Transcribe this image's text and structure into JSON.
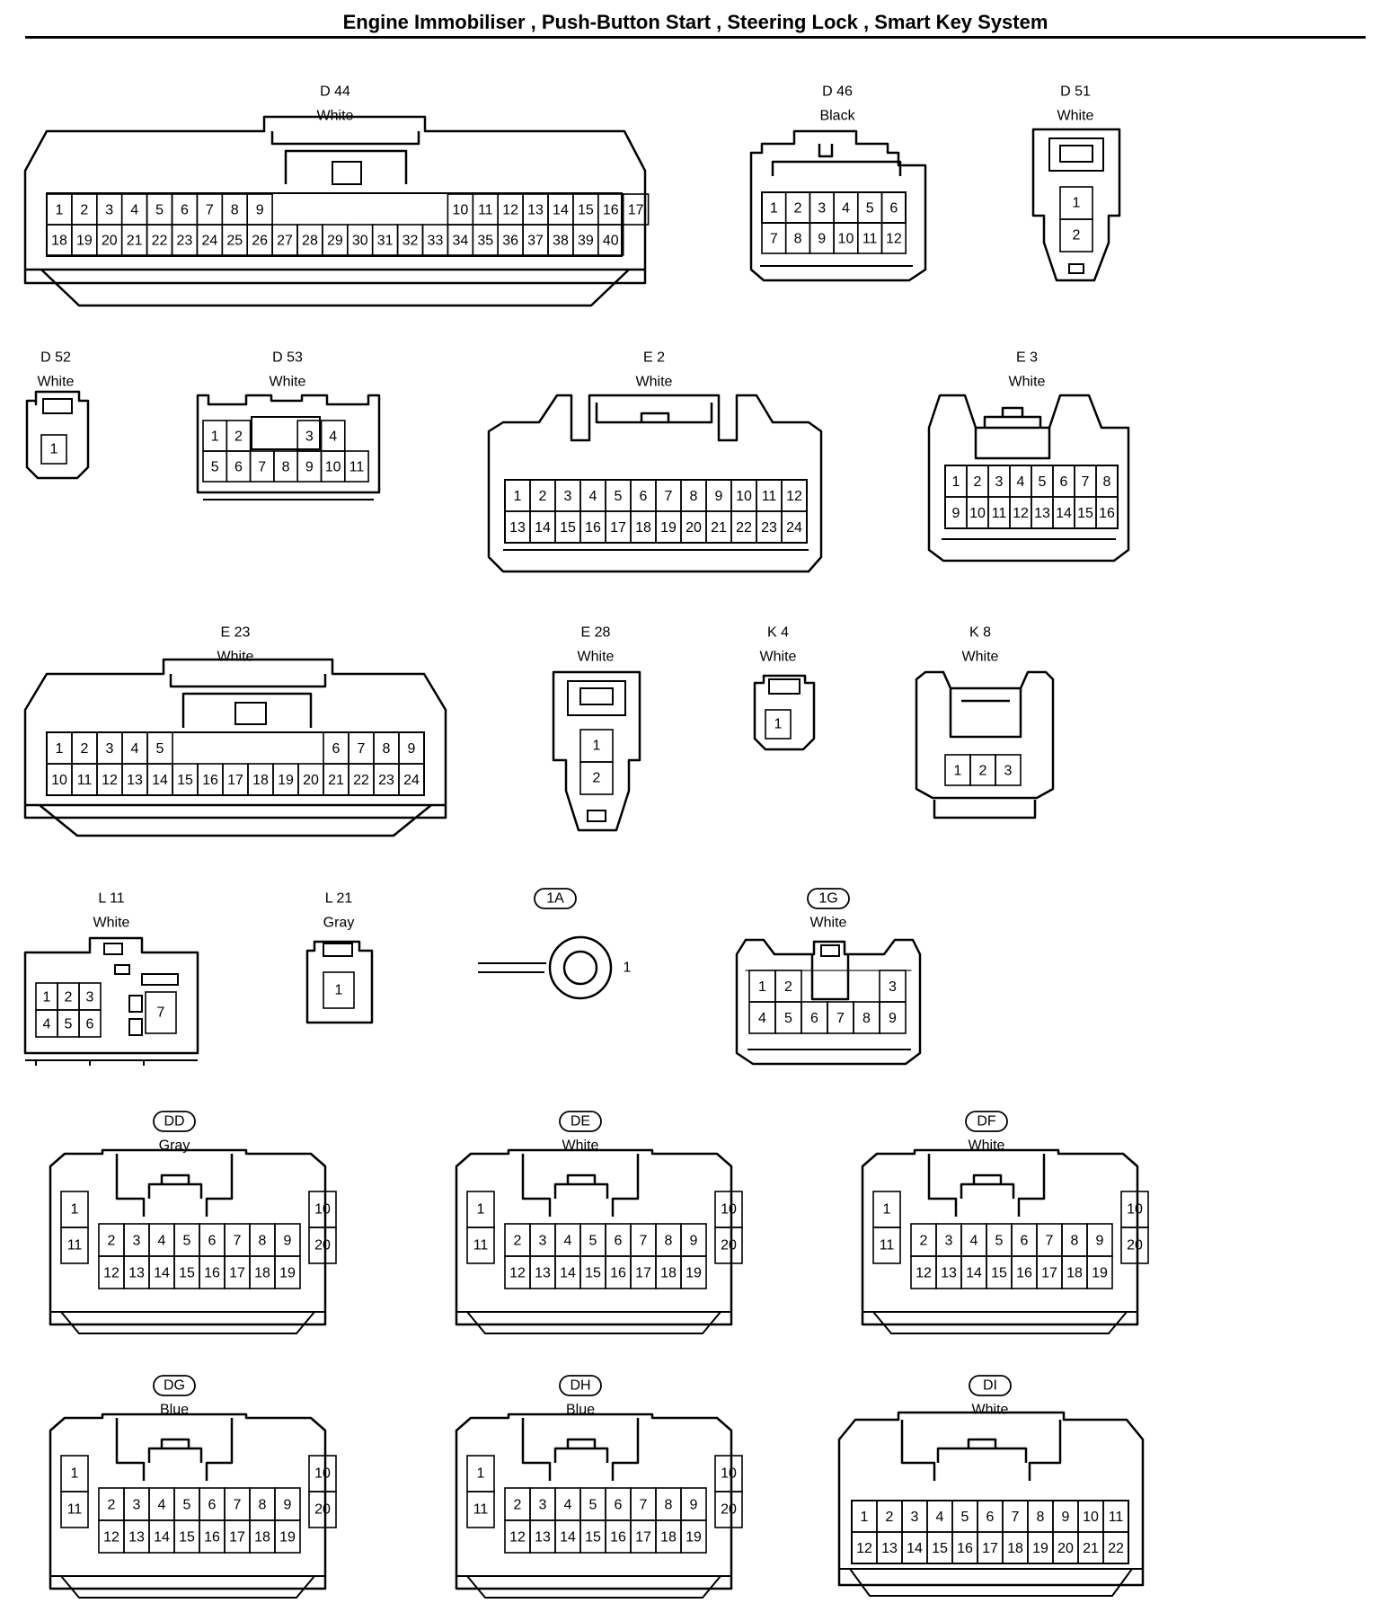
{
  "title": "Engine Immobiliser , Push-Button Start , Steering Lock , Smart Key System",
  "connectors": [
    {
      "id": "D 44",
      "color": "White",
      "circled": false,
      "rows": [
        [
          "1",
          "2",
          "3",
          "4",
          "5",
          "6",
          "7",
          "8",
          "9",
          "",
          "",
          "",
          "",
          "",
          "",
          "",
          "10",
          "11",
          "12",
          "13",
          "14",
          "15",
          "16",
          "17"
        ],
        [
          "18",
          "19",
          "20",
          "21",
          "22",
          "23",
          "24",
          "25",
          "26",
          "27",
          "28",
          "29",
          "30",
          "31",
          "32",
          "33",
          "34",
          "35",
          "36",
          "37",
          "38",
          "39",
          "40"
        ]
      ]
    },
    {
      "id": "D 46",
      "color": "Black",
      "circled": false,
      "rows": [
        [
          "1",
          "2",
          "3",
          "4",
          "5",
          "6"
        ],
        [
          "7",
          "8",
          "9",
          "10",
          "11",
          "12"
        ]
      ]
    },
    {
      "id": "D 51",
      "color": "White",
      "circled": false,
      "rows": [
        [
          "1"
        ],
        [
          "2"
        ]
      ]
    },
    {
      "id": "D 52",
      "color": "White",
      "circled": false,
      "rows": [
        [
          "1"
        ]
      ]
    },
    {
      "id": "D 53",
      "color": "White",
      "circled": false,
      "rows": [
        [
          "1",
          "2",
          "",
          "",
          "3",
          "4"
        ],
        [
          "5",
          "6",
          "7",
          "8",
          "9",
          "10",
          "11"
        ]
      ]
    },
    {
      "id": "E 2",
      "color": "White",
      "circled": false,
      "rows": [
        [
          "1",
          "2",
          "3",
          "4",
          "5",
          "6",
          "7",
          "8",
          "9",
          "10",
          "11",
          "12"
        ],
        [
          "13",
          "14",
          "15",
          "16",
          "17",
          "18",
          "19",
          "20",
          "21",
          "22",
          "23",
          "24"
        ]
      ]
    },
    {
      "id": "E 3",
      "color": "White",
      "circled": false,
      "rows": [
        [
          "1",
          "2",
          "3",
          "4",
          "5",
          "6",
          "7",
          "8"
        ],
        [
          "9",
          "10",
          "11",
          "12",
          "13",
          "14",
          "15",
          "16"
        ]
      ]
    },
    {
      "id": "E 23",
      "color": "White",
      "circled": false,
      "rows": [
        [
          "1",
          "2",
          "3",
          "4",
          "5",
          "",
          "",
          "",
          "",
          "",
          "",
          "6",
          "7",
          "8",
          "9"
        ],
        [
          "10",
          "11",
          "12",
          "13",
          "14",
          "15",
          "16",
          "17",
          "18",
          "19",
          "20",
          "21",
          "22",
          "23",
          "24"
        ]
      ]
    },
    {
      "id": "E 28",
      "color": "White",
      "circled": false,
      "rows": [
        [
          "1"
        ],
        [
          "2"
        ]
      ]
    },
    {
      "id": "K 4",
      "color": "White",
      "circled": false,
      "rows": [
        [
          "1"
        ]
      ]
    },
    {
      "id": "K 8",
      "color": "White",
      "circled": false,
      "rows": [
        [
          "1",
          "2",
          "3"
        ]
      ]
    },
    {
      "id": "L 11",
      "color": "White",
      "circled": false,
      "rows": [
        [
          "1",
          "2",
          "3"
        ],
        [
          "4",
          "5",
          "6"
        ]
      ],
      "extra_pin": "7"
    },
    {
      "id": "L 21",
      "color": "Gray",
      "circled": false,
      "rows": [
        [
          "1"
        ]
      ]
    },
    {
      "id": "1A",
      "color": "",
      "circled": true,
      "terminal_pin": "1"
    },
    {
      "id": "1G",
      "color": "White",
      "circled": true,
      "rows": [
        [
          "1",
          "2",
          "",
          "",
          "",
          "3"
        ],
        [
          "4",
          "5",
          "6",
          "7",
          "8",
          "9"
        ]
      ]
    },
    {
      "id": "DD",
      "color": "Gray",
      "circled": true,
      "side_left": [
        "1",
        "11"
      ],
      "side_right": [
        "10",
        "20"
      ],
      "rows": [
        [
          "2",
          "3",
          "4",
          "5",
          "6",
          "7",
          "8",
          "9"
        ],
        [
          "12",
          "13",
          "14",
          "15",
          "16",
          "17",
          "18",
          "19"
        ]
      ]
    },
    {
      "id": "DE",
      "color": "White",
      "circled": true,
      "side_left": [
        "1",
        "11"
      ],
      "side_right": [
        "10",
        "20"
      ],
      "rows": [
        [
          "2",
          "3",
          "4",
          "5",
          "6",
          "7",
          "8",
          "9"
        ],
        [
          "12",
          "13",
          "14",
          "15",
          "16",
          "17",
          "18",
          "19"
        ]
      ]
    },
    {
      "id": "DF",
      "color": "White",
      "circled": true,
      "side_left": [
        "1",
        "11"
      ],
      "side_right": [
        "10",
        "20"
      ],
      "rows": [
        [
          "2",
          "3",
          "4",
          "5",
          "6",
          "7",
          "8",
          "9"
        ],
        [
          "12",
          "13",
          "14",
          "15",
          "16",
          "17",
          "18",
          "19"
        ]
      ]
    },
    {
      "id": "DG",
      "color": "Blue",
      "circled": true,
      "side_left": [
        "1",
        "11"
      ],
      "side_right": [
        "10",
        "20"
      ],
      "rows": [
        [
          "2",
          "3",
          "4",
          "5",
          "6",
          "7",
          "8",
          "9"
        ],
        [
          "12",
          "13",
          "14",
          "15",
          "16",
          "17",
          "18",
          "19"
        ]
      ]
    },
    {
      "id": "DH",
      "color": "Blue",
      "circled": true,
      "side_left": [
        "1",
        "11"
      ],
      "side_right": [
        "10",
        "20"
      ],
      "rows": [
        [
          "2",
          "3",
          "4",
          "5",
          "6",
          "7",
          "8",
          "9"
        ],
        [
          "12",
          "13",
          "14",
          "15",
          "16",
          "17",
          "18",
          "19"
        ]
      ]
    },
    {
      "id": "DI",
      "color": "White",
      "circled": true,
      "rows": [
        [
          "1",
          "2",
          "3",
          "4",
          "5",
          "6",
          "7",
          "8",
          "9",
          "10",
          "11"
        ],
        [
          "12",
          "13",
          "14",
          "15",
          "16",
          "17",
          "18",
          "19",
          "20",
          "21",
          "22"
        ]
      ]
    }
  ]
}
